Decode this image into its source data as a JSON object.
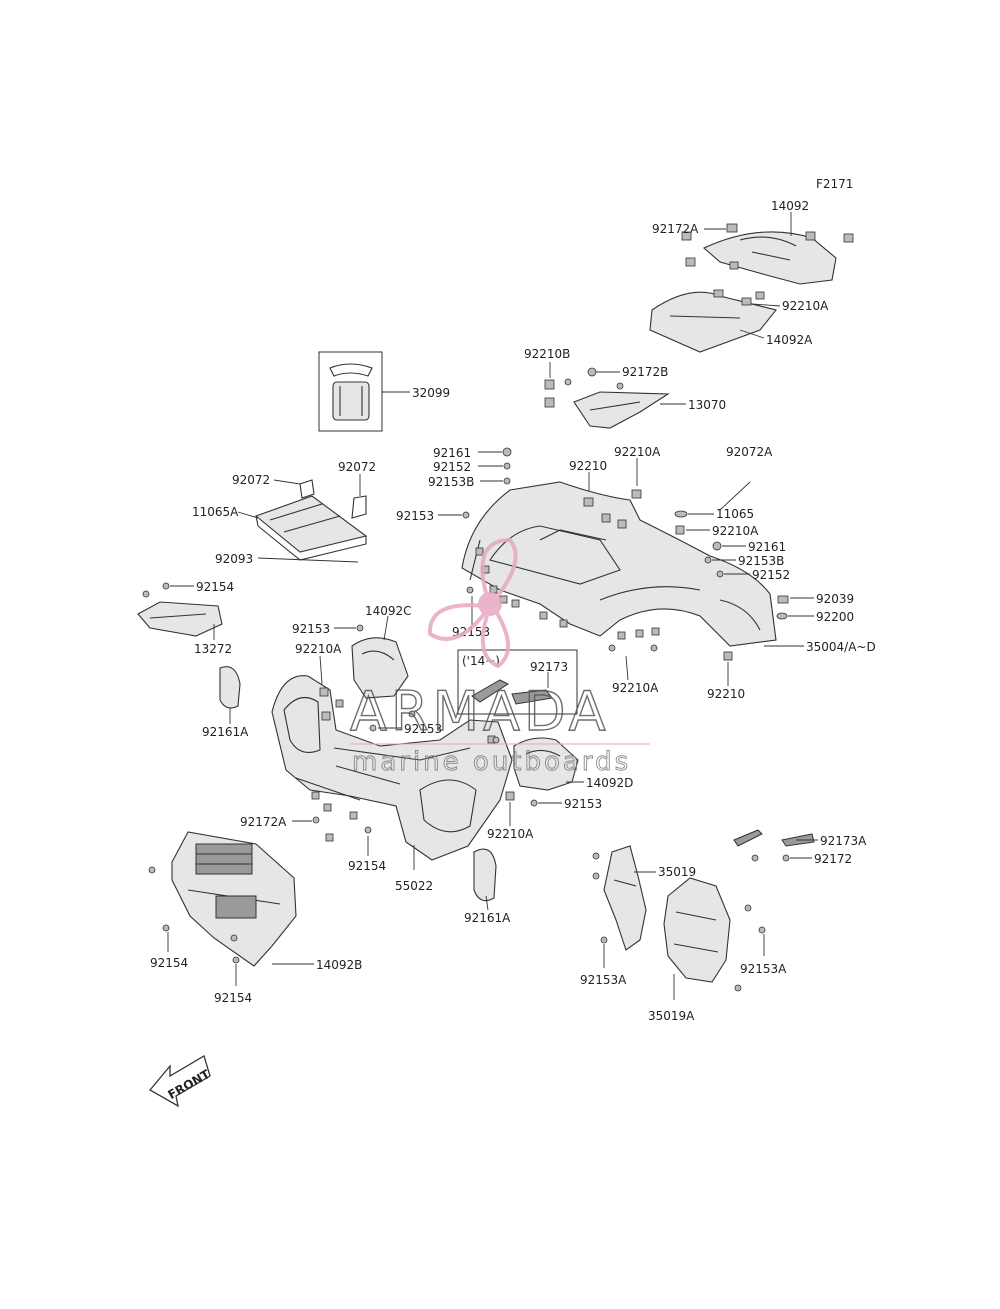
{
  "figure_code": "F2171",
  "parts": {
    "p14092": "14092",
    "p92172A_top": "92172A",
    "p92210A_top": "92210A",
    "p14092A": "14092A",
    "p32099": "32099",
    "p92210B": "92210B",
    "p92172B": "92172B",
    "p13070": "13070",
    "p92161_a": "92161",
    "p92152_a": "92152",
    "p92153B_a": "92153B",
    "p92153_a": "92153",
    "p92210_a": "92210",
    "p92210A_b": "92210A",
    "p92072A": "92072A",
    "p11065": "11065",
    "p92210A_c": "92210A",
    "p92161_b": "92161",
    "p92153B_b": "92153B",
    "p92152_b": "92152",
    "p92039": "92039",
    "p92200": "92200",
    "p35004": "35004/A~D",
    "p92072_l": "92072",
    "p92072_r": "92072",
    "p11065A": "11065A",
    "p92093": "92093",
    "p92154_a": "92154",
    "p13272": "13272",
    "p92153_b": "92153",
    "p14092C": "14092C",
    "p92153_c": "92153",
    "p92210A_d": "92210A",
    "p14_note": "('14~)",
    "p92173": "92173",
    "p92161A_a": "92161A",
    "p92153_d": "92153",
    "p92210A_e": "92210A",
    "p92210_b": "92210",
    "p14092D": "14092D",
    "p92153_e": "92153",
    "p92210A_f": "92210A",
    "p92172A_b": "92172A",
    "p92154_b": "92154",
    "p55022": "55022",
    "p92161A_b": "92161A",
    "p92173A": "92173A",
    "p92172": "92172",
    "p35019": "35019",
    "p92153A_a": "92153A",
    "p92153A_b": "92153A",
    "p35019A": "35019A",
    "p92154_c": "92154",
    "p92154_d": "92154",
    "p14092B": "14092B"
  },
  "front_arrow": "FRONT",
  "watermark": {
    "brand": "ARMADA",
    "tagline": "marine outboards",
    "color": "#e7a8c3"
  }
}
